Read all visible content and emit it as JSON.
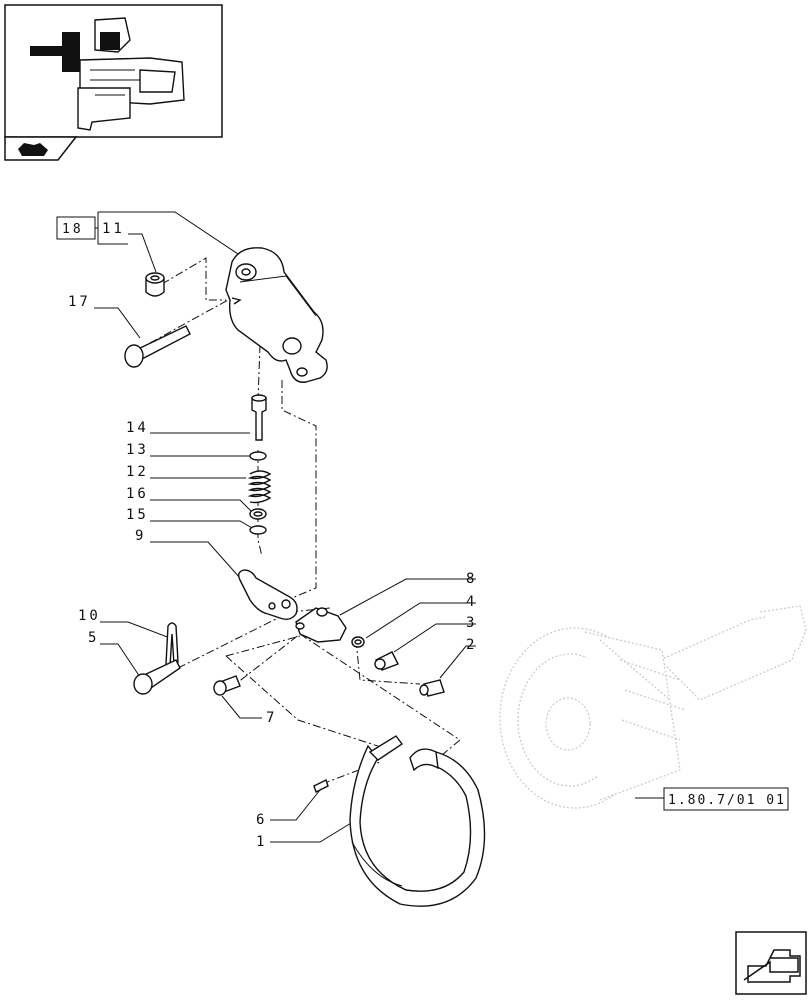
{
  "ref_box": "18",
  "callouts": [
    {
      "n": "11"
    },
    {
      "n": "17"
    },
    {
      "n": "14"
    },
    {
      "n": "13"
    },
    {
      "n": "12"
    },
    {
      "n": "16"
    },
    {
      "n": "15"
    },
    {
      "n": "9"
    },
    {
      "n": "8"
    },
    {
      "n": "4"
    },
    {
      "n": "3"
    },
    {
      "n": "2"
    },
    {
      "n": "10"
    },
    {
      "n": "5"
    },
    {
      "n": "7"
    },
    {
      "n": "6"
    },
    {
      "n": "1"
    }
  ],
  "xref": "1.80.7/01 01",
  "icons": {
    "thumbnail": "assembly-locator-thumbnail",
    "tab": "tractor-tab-icon",
    "nav": "next-page-arrow-icon"
  }
}
